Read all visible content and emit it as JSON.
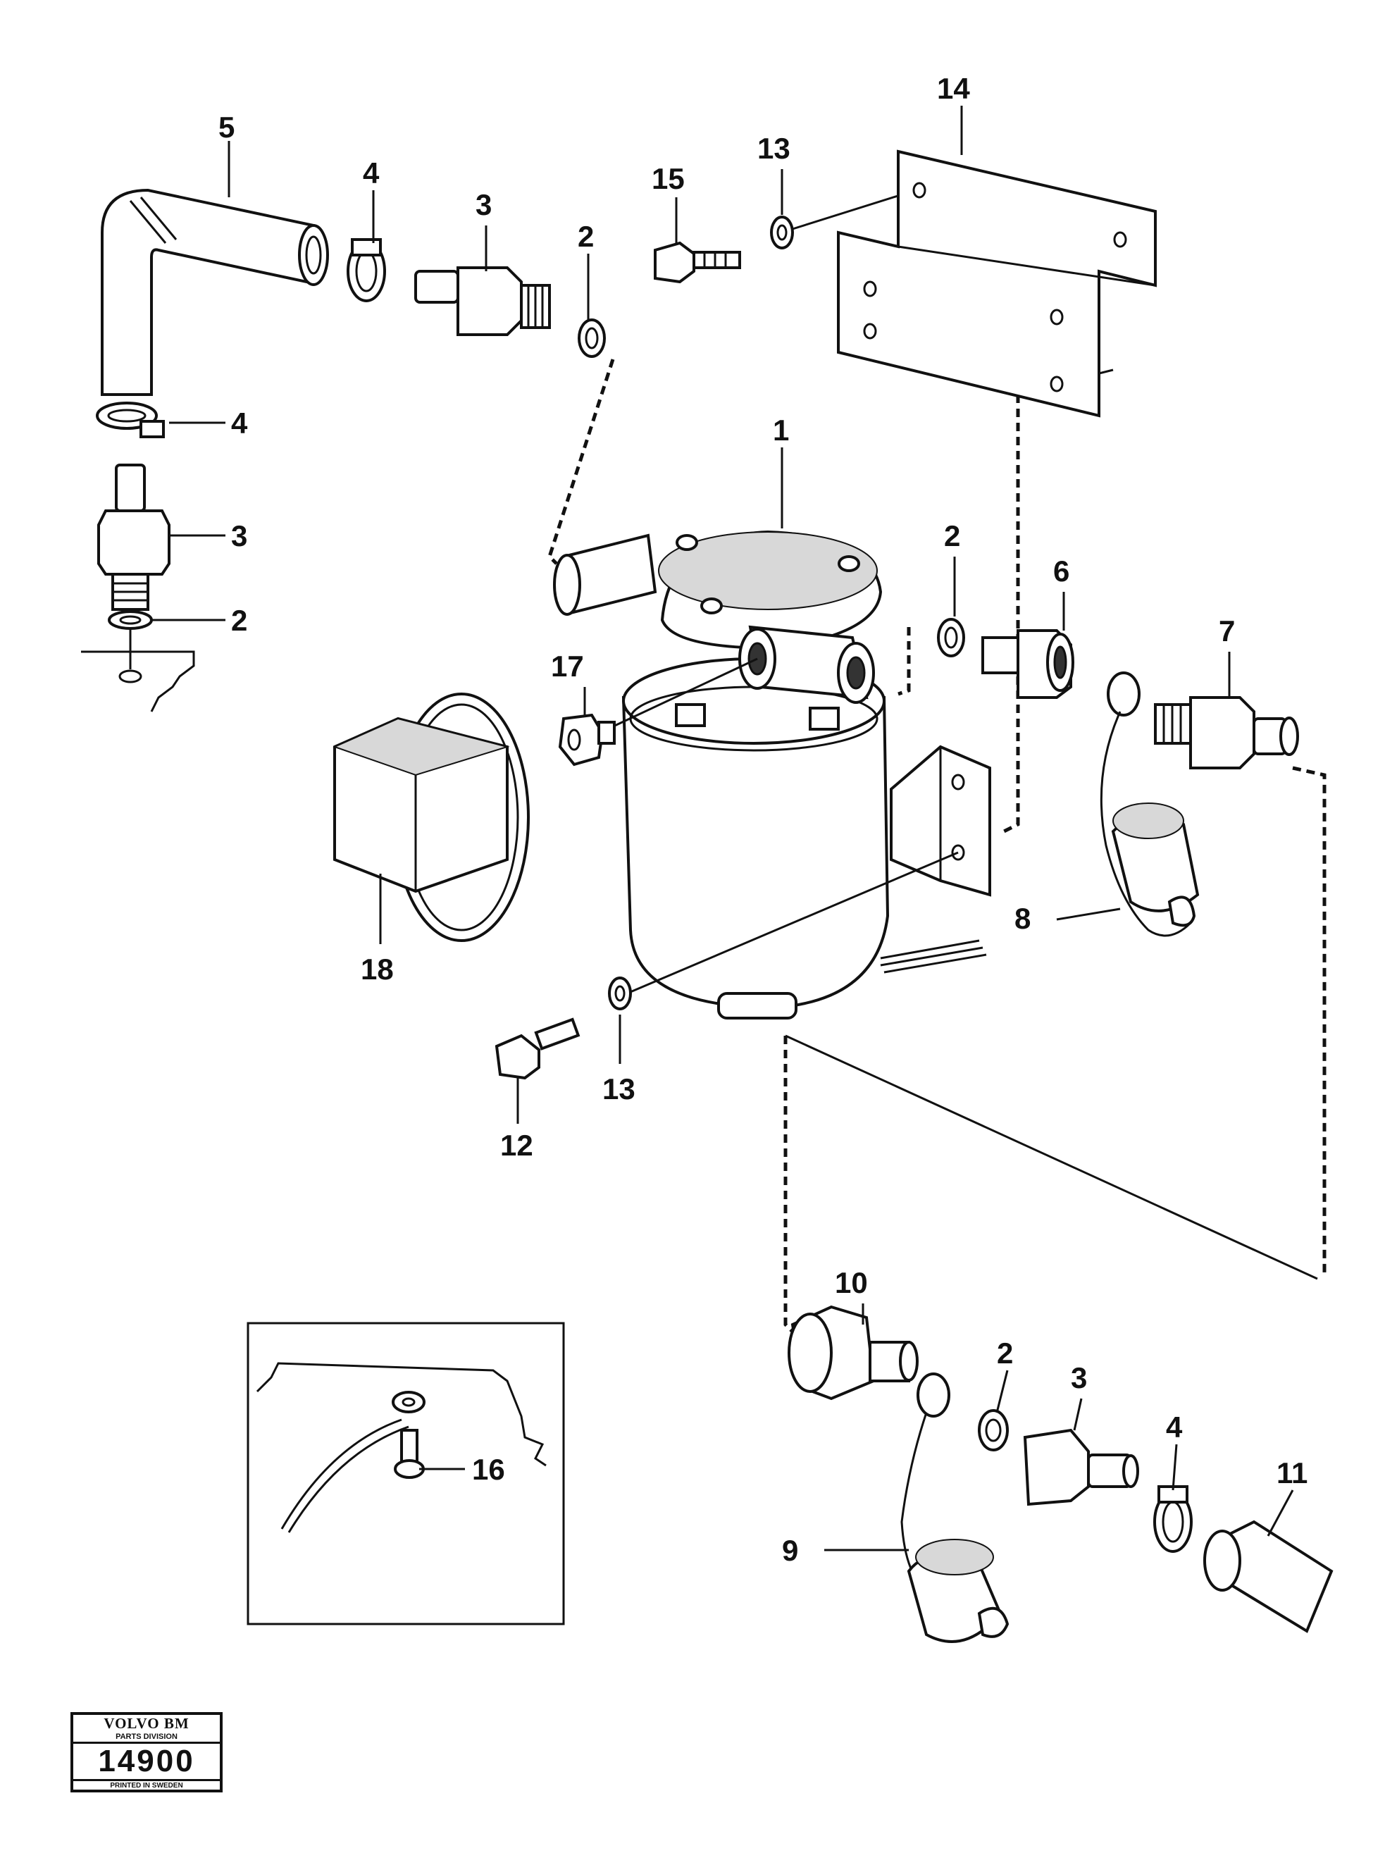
{
  "callouts": {
    "c5": "5",
    "c4a": "4",
    "c3a": "3",
    "c2a": "2",
    "c15": "15",
    "c13a": "13",
    "c14": "14",
    "c4b": "4",
    "c3b": "3",
    "c2b": "2",
    "c1": "1",
    "c2c": "2",
    "c6": "6",
    "c7": "7",
    "c17": "17",
    "c18": "18",
    "c8": "8",
    "c12": "12",
    "c13b": "13",
    "c10": "10",
    "c2d": "2",
    "c3c": "3",
    "c4c": "4",
    "c11": "11",
    "c9": "9",
    "c16": "16"
  },
  "stamp": {
    "brand": "VOLVO BM",
    "division": "PARTS DIVISION",
    "number": "14900",
    "printed": "PRINTED IN SWEDEN"
  }
}
